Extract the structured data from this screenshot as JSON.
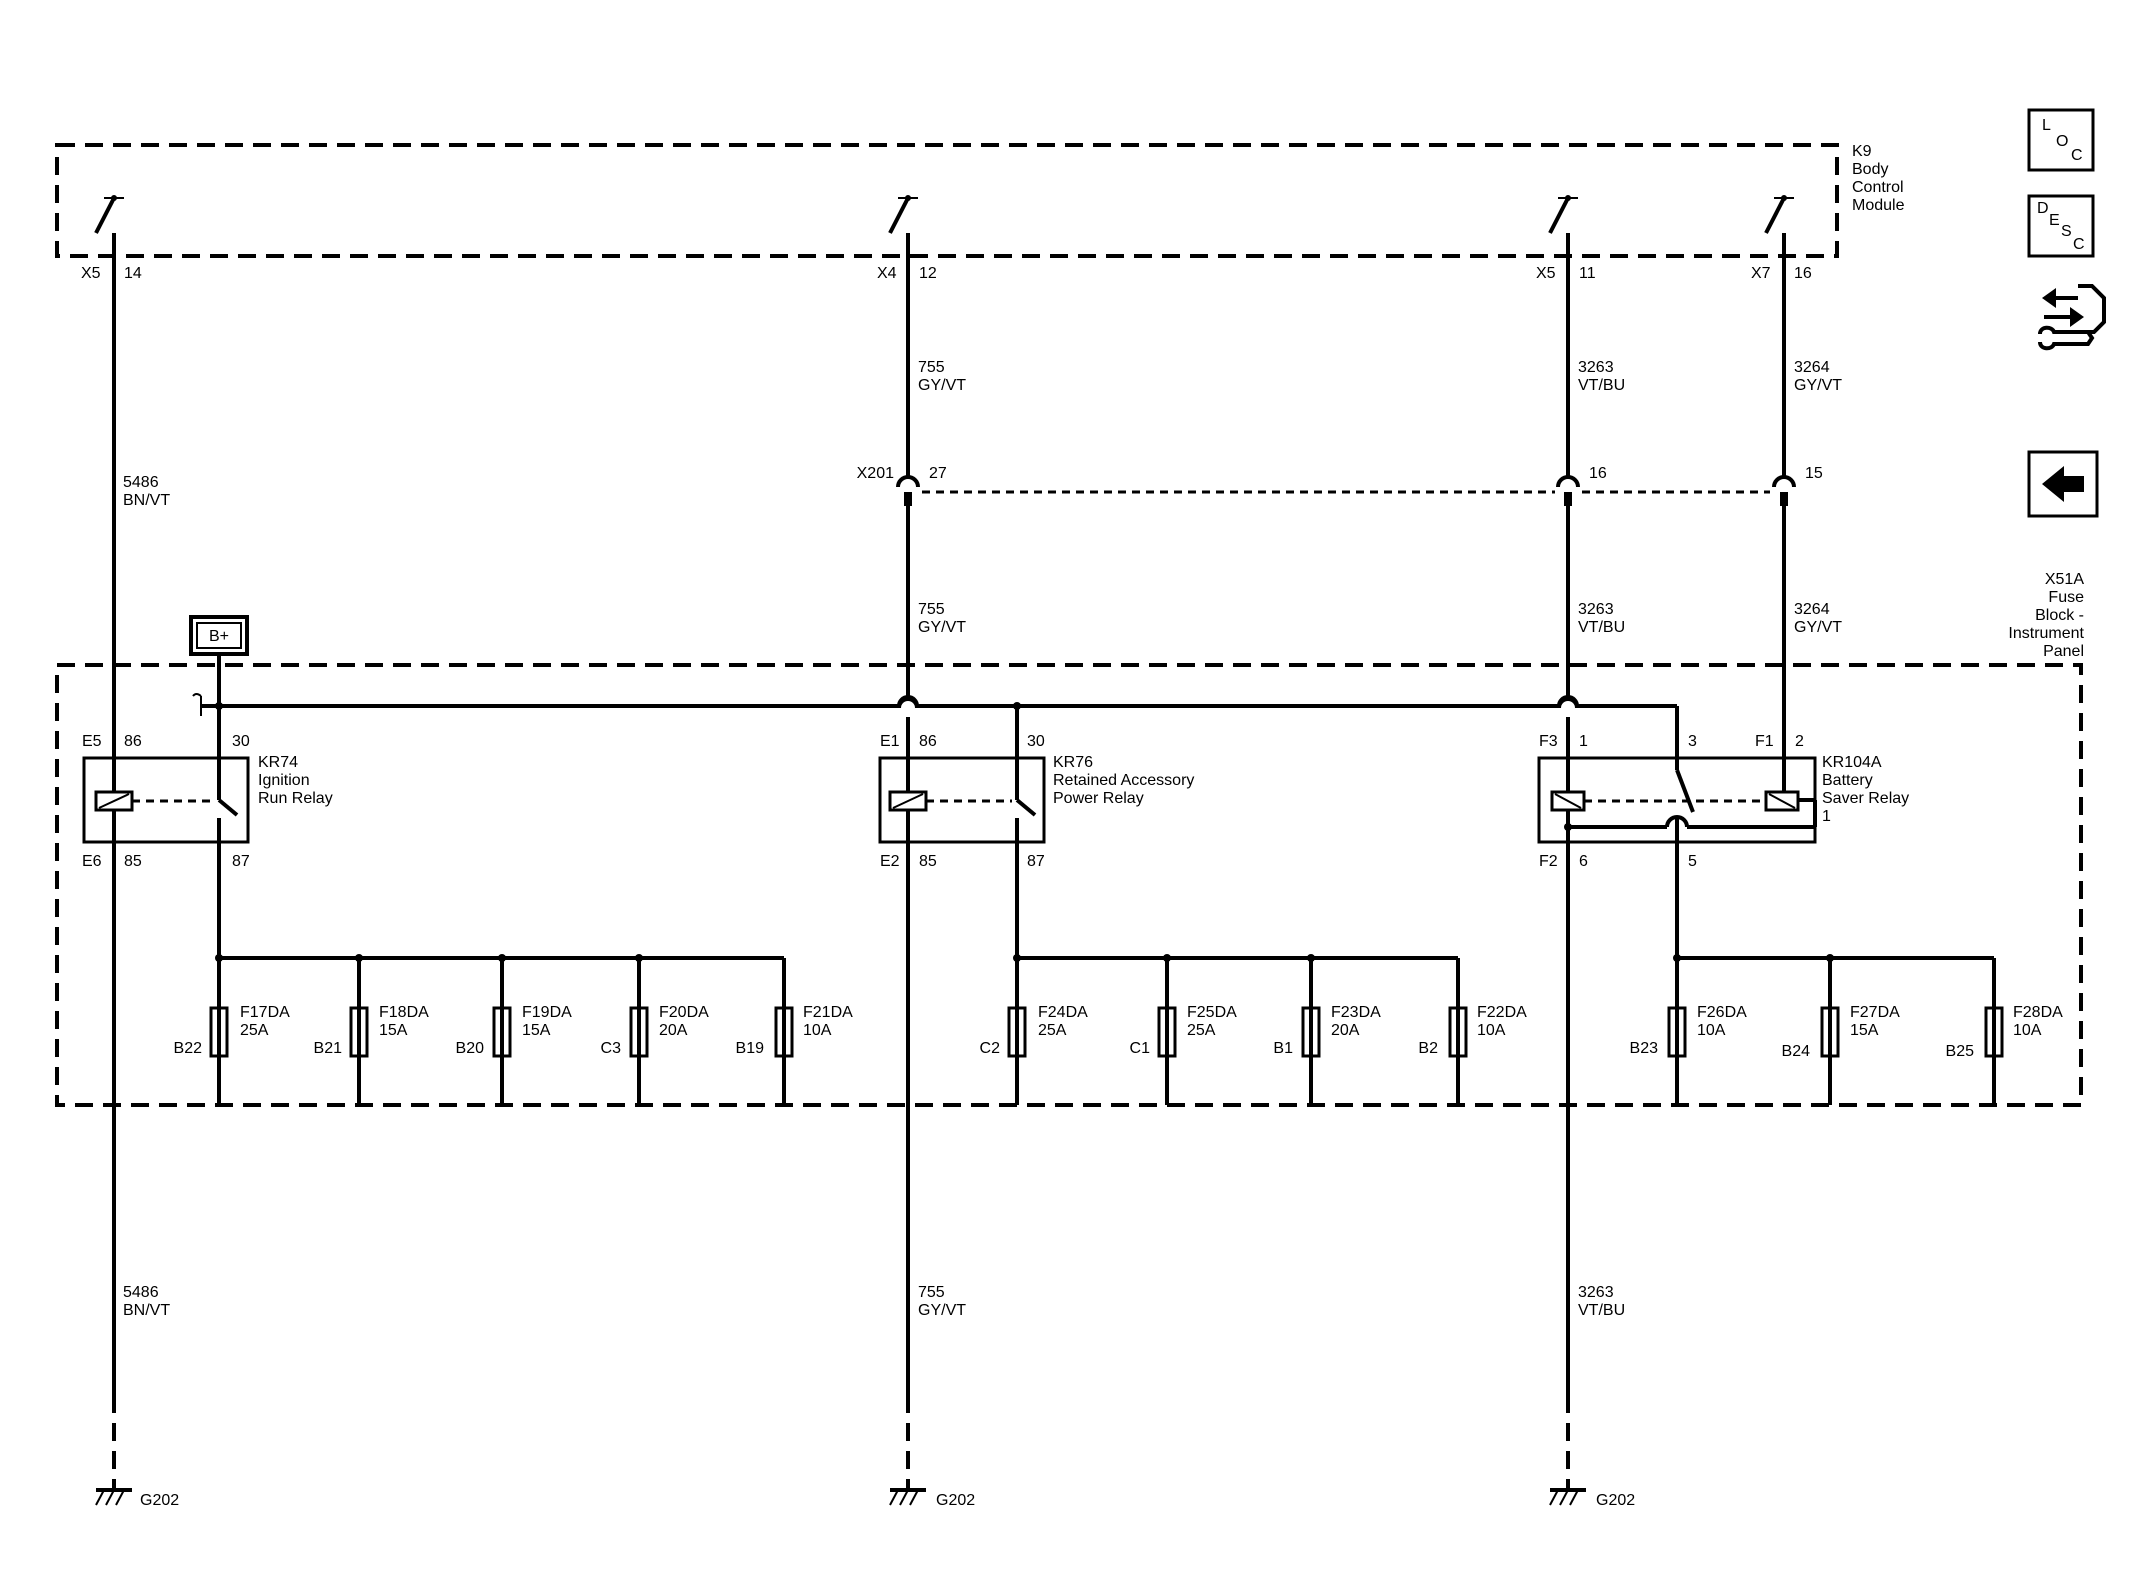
{
  "colors": {
    "ink": "#000000",
    "background": "#ffffff"
  },
  "components": {
    "bcm": {
      "ref": "K9",
      "lines": [
        "Body",
        "Control",
        "Module"
      ]
    },
    "fuse_block": {
      "ref": "X51A",
      "lines": [
        "Fuse",
        "Block -",
        "Instrument",
        "Panel"
      ]
    },
    "battery_label": "B+",
    "inline_connector": "X201"
  },
  "bcm_pins": [
    {
      "conn": "X5",
      "pin": "14"
    },
    {
      "conn": "X4",
      "pin": "12"
    },
    {
      "conn": "X5",
      "pin": "11"
    },
    {
      "conn": "X7",
      "pin": "16"
    }
  ],
  "wires": {
    "w5486": {
      "circuit": "5486",
      "color": "BN/VT"
    },
    "w755": {
      "circuit": "755",
      "color": "GY/VT"
    },
    "w3263": {
      "circuit": "3263",
      "color": "VT/BU"
    },
    "w3264": {
      "circuit": "3264",
      "color": "GY/VT"
    }
  },
  "x201_pins": [
    "27",
    "16",
    "15"
  ],
  "relays": {
    "kr74": {
      "ref": "KR74",
      "lines": [
        "Ignition",
        "Run Relay"
      ],
      "conn_top": "E5",
      "pin_coil_top": "86",
      "pin_switch_top": "30",
      "conn_bottom": "E6",
      "pin_coil_bottom": "85",
      "pin_switch_bottom": "87"
    },
    "kr76": {
      "ref": "KR76",
      "lines": [
        "Retained Accessory",
        "Power Relay"
      ],
      "conn_top": "E1",
      "pin_coil_top": "86",
      "pin_switch_top": "30",
      "conn_bottom": "E2",
      "pin_coil_bottom": "85",
      "pin_switch_bottom": "87"
    },
    "kr104a": {
      "ref": "KR104A",
      "lines": [
        "Battery",
        "Saver Relay",
        "1"
      ],
      "conn_top_left": "F3",
      "pin_top_left": "1",
      "pin_top_mid": "3",
      "conn_top_right": "F1",
      "pin_top_right": "2",
      "conn_bottom": "F2",
      "pin_bottom_left": "6",
      "pin_bottom_mid": "5"
    }
  },
  "fuses": [
    {
      "name": "F17DA",
      "rating": "25A",
      "cavity": "B22"
    },
    {
      "name": "F18DA",
      "rating": "15A",
      "cavity": "B21"
    },
    {
      "name": "F19DA",
      "rating": "15A",
      "cavity": "B20"
    },
    {
      "name": "F20DA",
      "rating": "20A",
      "cavity": "C3"
    },
    {
      "name": "F21DA",
      "rating": "10A",
      "cavity": "B19"
    },
    {
      "name": "F24DA",
      "rating": "25A",
      "cavity": "C2"
    },
    {
      "name": "F25DA",
      "rating": "25A",
      "cavity": "C1"
    },
    {
      "name": "F23DA",
      "rating": "20A",
      "cavity": "B1"
    },
    {
      "name": "F22DA",
      "rating": "10A",
      "cavity": "B2"
    },
    {
      "name": "F26DA",
      "rating": "10A",
      "cavity": "B23"
    },
    {
      "name": "F27DA",
      "rating": "15A",
      "cavity": "B24"
    },
    {
      "name": "F28DA",
      "rating": "10A",
      "cavity": "B25"
    }
  ],
  "ground": "G202",
  "side_buttons": {
    "loc": [
      "L",
      "O",
      "C"
    ],
    "desc": [
      "D",
      "E",
      "S",
      "C"
    ],
    "connector_view_icon": "connector-end-view-icon",
    "back_icon": "back-arrow-icon"
  }
}
